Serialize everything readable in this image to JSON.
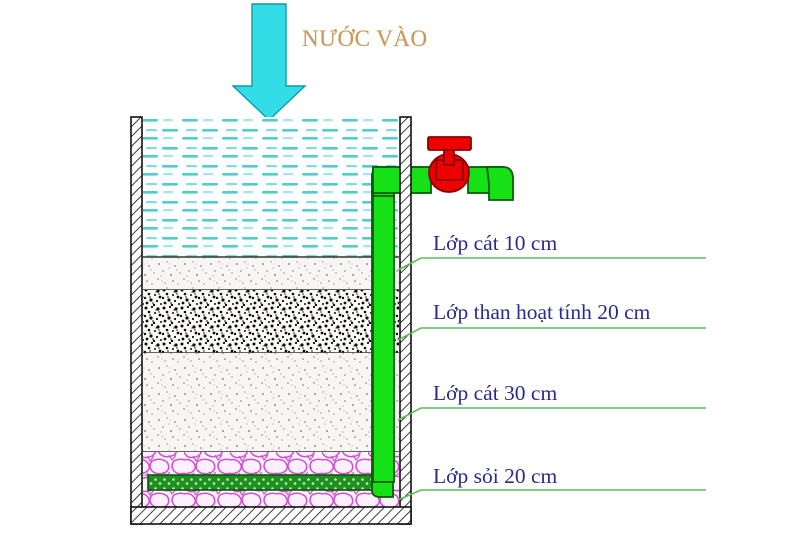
{
  "diagram": {
    "title_text": "NƯỚC VÀO",
    "inlet": {
      "label": "NƯỚC VÀO",
      "arrow_color": "#33dde8",
      "text_color": "#c69a5a"
    },
    "tank": {
      "wall_color": "#1a1a1a",
      "wall_fill": "#ffffff",
      "water_color": "#4ecfc8",
      "sand_color": "#f7f4f2",
      "carbon_color": "#fbfbfb",
      "gravel_outline_color": "#d14fd1",
      "gravel_fill": "#fdf3fd"
    },
    "pipe": {
      "color": "#16e016",
      "outline_color": "#0a5a0a",
      "collector_color": "#1f8f1f",
      "valve_color": "#ee0000",
      "valve_outline_color": "#8b0000"
    },
    "leader_color": "#5bbf5b",
    "labels": [
      {
        "id": "sand-10",
        "text": "Lớp cát 10 cm"
      },
      {
        "id": "carbon-20",
        "text": "Lớp than hoạt tính  20 cm"
      },
      {
        "id": "sand-30",
        "text": "Lớp cát 30 cm"
      },
      {
        "id": "gravel-20",
        "text": "Lớp sỏi 20 cm"
      }
    ],
    "layers": [
      {
        "name": "Lớp cát",
        "thickness_cm": 10,
        "material": "sand"
      },
      {
        "name": "Lớp than hoạt tính",
        "thickness_cm": 20,
        "material": "activated-carbon"
      },
      {
        "name": "Lớp cát",
        "thickness_cm": 30,
        "material": "sand"
      },
      {
        "name": "Lớp sỏi",
        "thickness_cm": 20,
        "material": "gravel"
      }
    ]
  }
}
